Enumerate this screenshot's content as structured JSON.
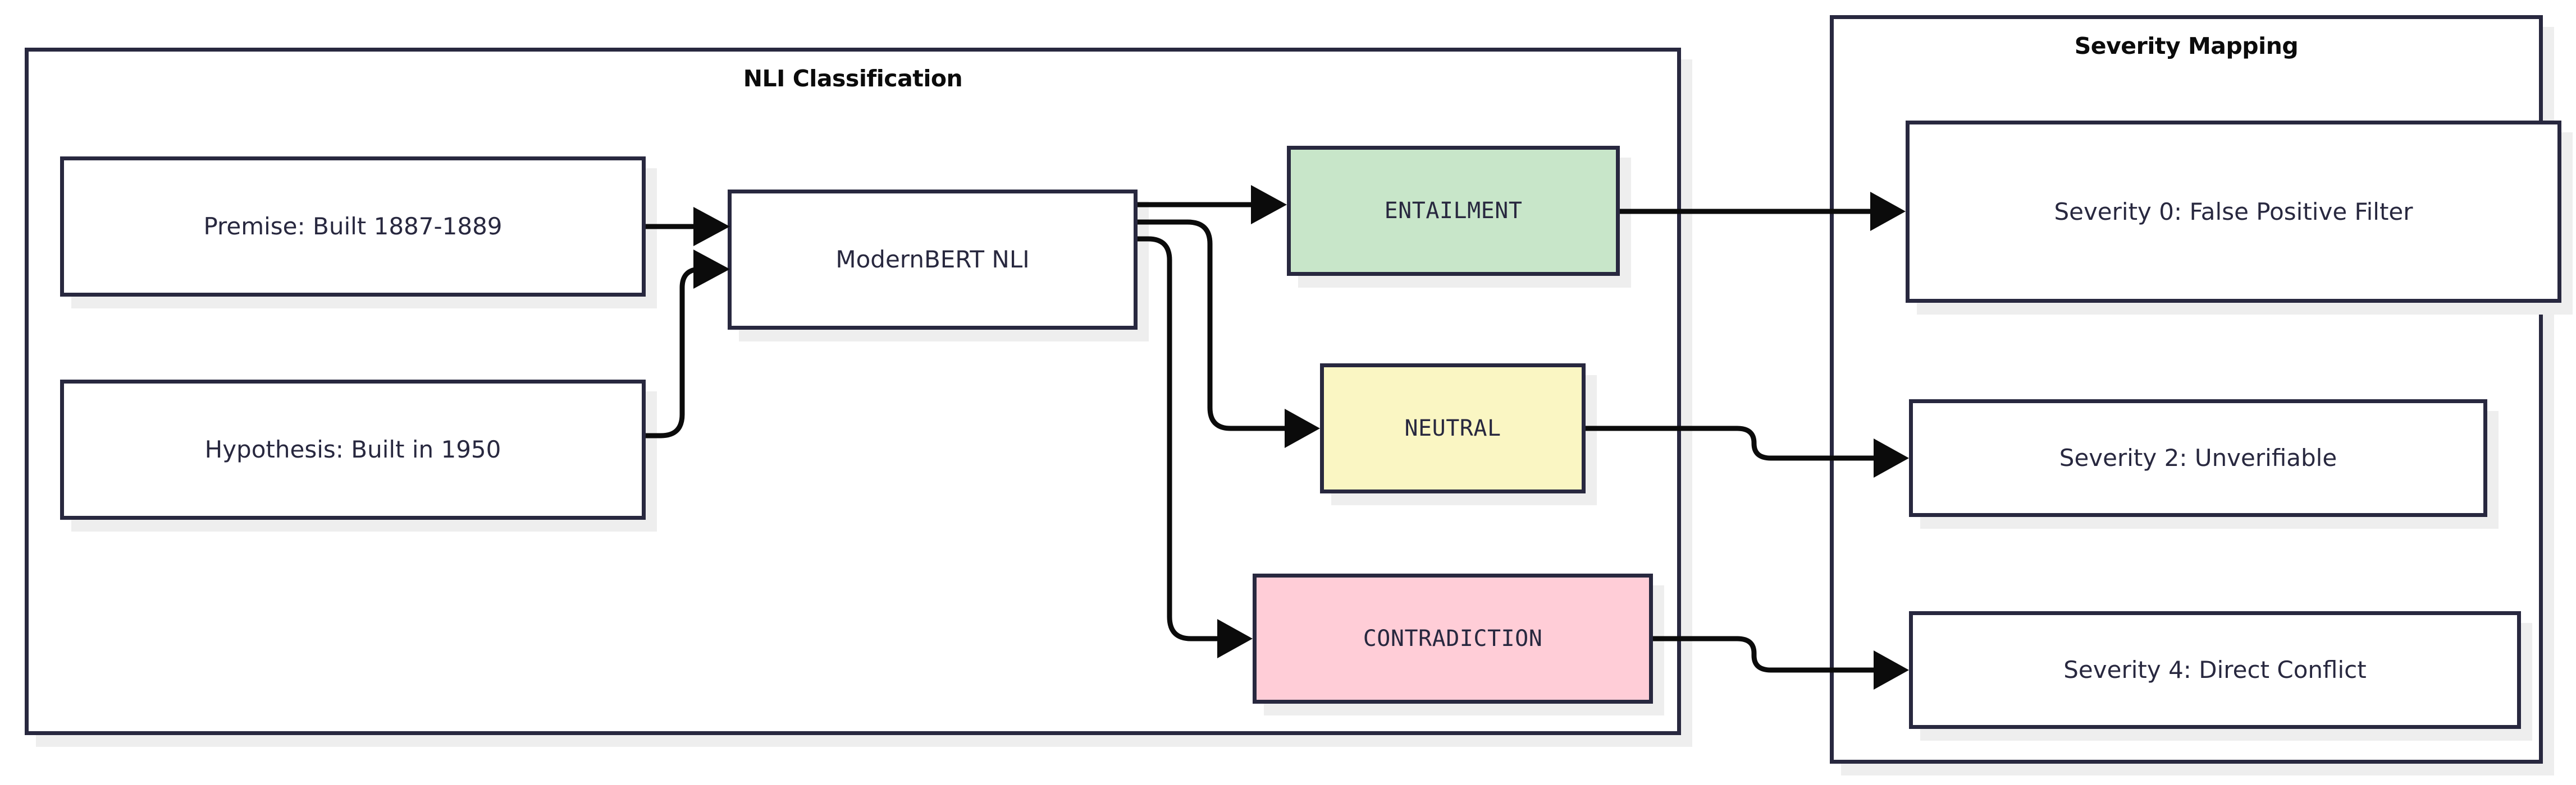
{
  "diagram": {
    "type": "flowchart",
    "direction": "left-to-right",
    "background": "#ffffff",
    "node_border_color": "#28283f",
    "node_shadow_color": "#eeeeee",
    "edge_color": "#0b0b0b"
  },
  "subgraphs": [
    {
      "id": "nli-classification",
      "title": "NLI Classification"
    },
    {
      "id": "severity-mapping",
      "title": "Severity Mapping"
    }
  ],
  "nodes": {
    "premise": {
      "label": "Premise: Built 1887-1889",
      "fill": "#ffffff"
    },
    "hypothesis": {
      "label": "Hypothesis: Built in 1950",
      "fill": "#ffffff"
    },
    "model": {
      "label": "ModernBERT NLI",
      "fill": "#ffffff"
    },
    "entailment": {
      "label": "ENTAILMENT",
      "fill": "#c8e6c9"
    },
    "neutral": {
      "label": "NEUTRAL",
      "fill": "#faf6c3"
    },
    "contradiction": {
      "label": "CONTRADICTION",
      "fill": "#ffcdd7"
    },
    "severity0": {
      "label": "Severity 0: False Positive Filter",
      "fill": "#ffffff"
    },
    "severity2": {
      "label": "Severity 2: Unverifiable",
      "fill": "#ffffff"
    },
    "severity4": {
      "label": "Severity 4: Direct Conflict",
      "fill": "#ffffff"
    }
  },
  "edges": [
    {
      "from": "premise",
      "to": "model",
      "label": ""
    },
    {
      "from": "hypothesis",
      "to": "model",
      "label": ""
    },
    {
      "from": "model",
      "to": "entailment",
      "label": ""
    },
    {
      "from": "model",
      "to": "neutral",
      "label": ""
    },
    {
      "from": "model",
      "to": "contradiction",
      "label": ""
    },
    {
      "from": "entailment",
      "to": "severity0",
      "label": ""
    },
    {
      "from": "neutral",
      "to": "severity2",
      "label": ""
    },
    {
      "from": "contradiction",
      "to": "severity4",
      "label": ""
    }
  ]
}
